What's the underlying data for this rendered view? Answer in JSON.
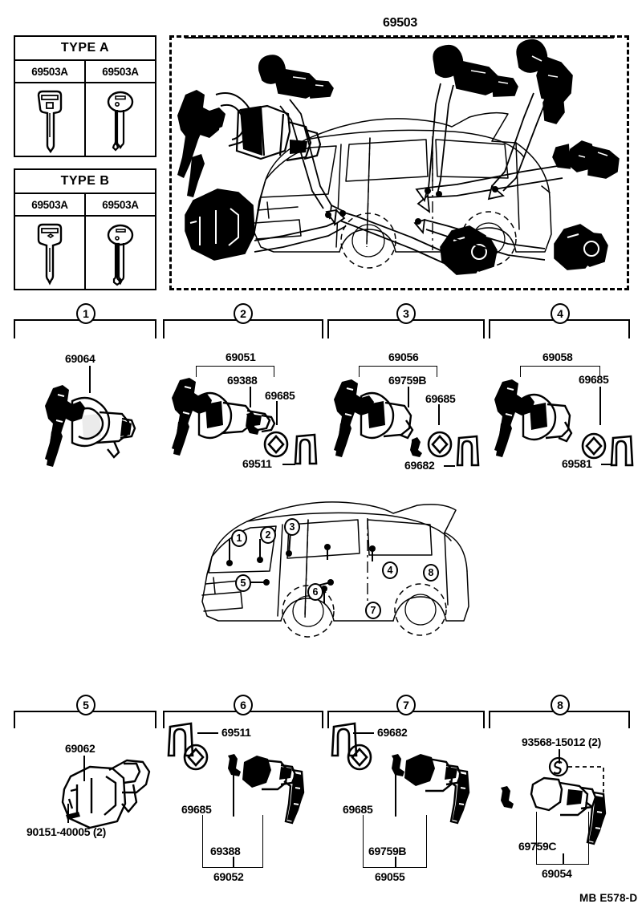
{
  "document": {
    "title": "69503",
    "footer_code": "MB E578-D"
  },
  "key_tables": [
    {
      "name": "type-a",
      "title": "TYPE A",
      "codes": [
        "69503A",
        "69503A"
      ],
      "key_shapes": [
        "key-square-head",
        "key-oval-head"
      ]
    },
    {
      "name": "type-b",
      "title": "TYPE B",
      "codes": [
        "69503A",
        "69503A"
      ],
      "key_shapes": [
        "key-square-head",
        "key-oval-head"
      ]
    }
  ],
  "main_panel": {
    "label": "69503",
    "illustration": "van-with-lock-cylinders"
  },
  "sections_top": [
    {
      "number": "1",
      "parts": [
        {
          "code": "69064",
          "role": "ignition-lock-cylinder-set"
        }
      ],
      "illustration": "ignition-lock-cylinder-with-keys"
    },
    {
      "number": "2",
      "parts": [
        {
          "code": "69051",
          "role": "front-door-lock-cylinder-and-key-set"
        },
        {
          "code": "69388",
          "role": "clip"
        },
        {
          "code": "69685",
          "role": "gasket"
        },
        {
          "code": "69511",
          "role": "retainer"
        }
      ],
      "illustration": "front-door-lock-cylinder-with-keys"
    },
    {
      "number": "3",
      "parts": [
        {
          "code": "69056",
          "role": "back-door-lock-cylinder-and-key-set"
        },
        {
          "code": "69759B",
          "role": "clip"
        },
        {
          "code": "69685",
          "role": "gasket"
        },
        {
          "code": "69682",
          "role": "retainer"
        }
      ],
      "illustration": "back-door-lock-cylinder-with-keys"
    },
    {
      "number": "4",
      "parts": [
        {
          "code": "69058",
          "role": "lock-cylinder-and-key-set"
        },
        {
          "code": "69685",
          "role": "gasket"
        },
        {
          "code": "69581",
          "role": "retainer"
        }
      ],
      "illustration": "lock-cylinder-with-keys"
    }
  ],
  "vehicle_diagram": {
    "illustration": "van-side-view-with-callouts",
    "callouts": [
      "1",
      "2",
      "3",
      "4",
      "5",
      "6",
      "7",
      "8"
    ]
  },
  "sections_bottom": [
    {
      "number": "5",
      "parts": [
        {
          "code": "69062",
          "role": "ignition-switch-lock-housing"
        },
        {
          "code": "90151-40005 (2)",
          "role": "screw"
        }
      ],
      "illustration": "lock-housing-assembly"
    },
    {
      "number": "6",
      "parts": [
        {
          "code": "69511",
          "role": "retainer"
        },
        {
          "code": "69685",
          "role": "gasket"
        },
        {
          "code": "69388",
          "role": "clip"
        },
        {
          "code": "69052",
          "role": "door-lock-cylinder-and-key-set"
        }
      ],
      "illustration": "door-lock-cylinder-with-keys"
    },
    {
      "number": "7",
      "parts": [
        {
          "code": "69682",
          "role": "retainer"
        },
        {
          "code": "69685",
          "role": "gasket"
        },
        {
          "code": "69759B",
          "role": "clip"
        },
        {
          "code": "69055",
          "role": "lock-cylinder-and-key-set"
        }
      ],
      "illustration": "lock-cylinder-with-keys"
    },
    {
      "number": "8",
      "parts": [
        {
          "code": "93568-15012 (2)",
          "role": "screw"
        },
        {
          "code": "69759C",
          "role": "clip"
        },
        {
          "code": "69054",
          "role": "back-door-lock-cylinder-and-key-set"
        }
      ],
      "illustration": "back-door-lock-cylinder-with-keys"
    }
  ]
}
